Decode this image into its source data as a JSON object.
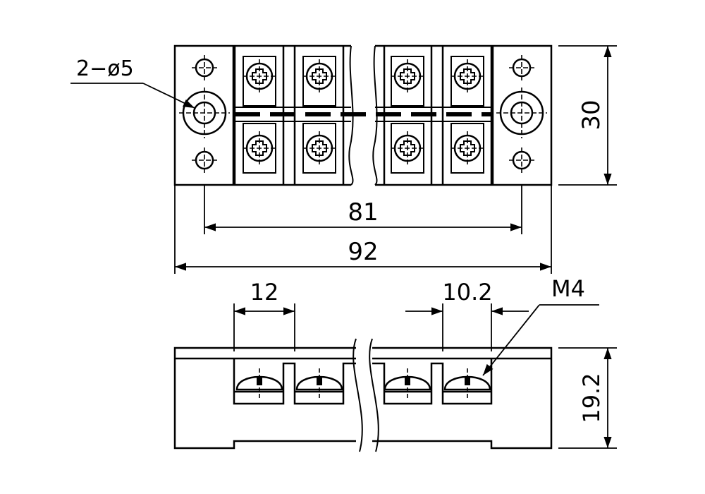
{
  "drawing": {
    "hole_callout": "2−ø5",
    "height_top": "30",
    "mount_spacing": "81",
    "total_length": "92",
    "pitch_a": "12",
    "pitch_b": "10.2",
    "screw_callout": "M4",
    "height_side": "19.2"
  },
  "colors": {
    "ink": "#000000",
    "paper": "#ffffff"
  }
}
